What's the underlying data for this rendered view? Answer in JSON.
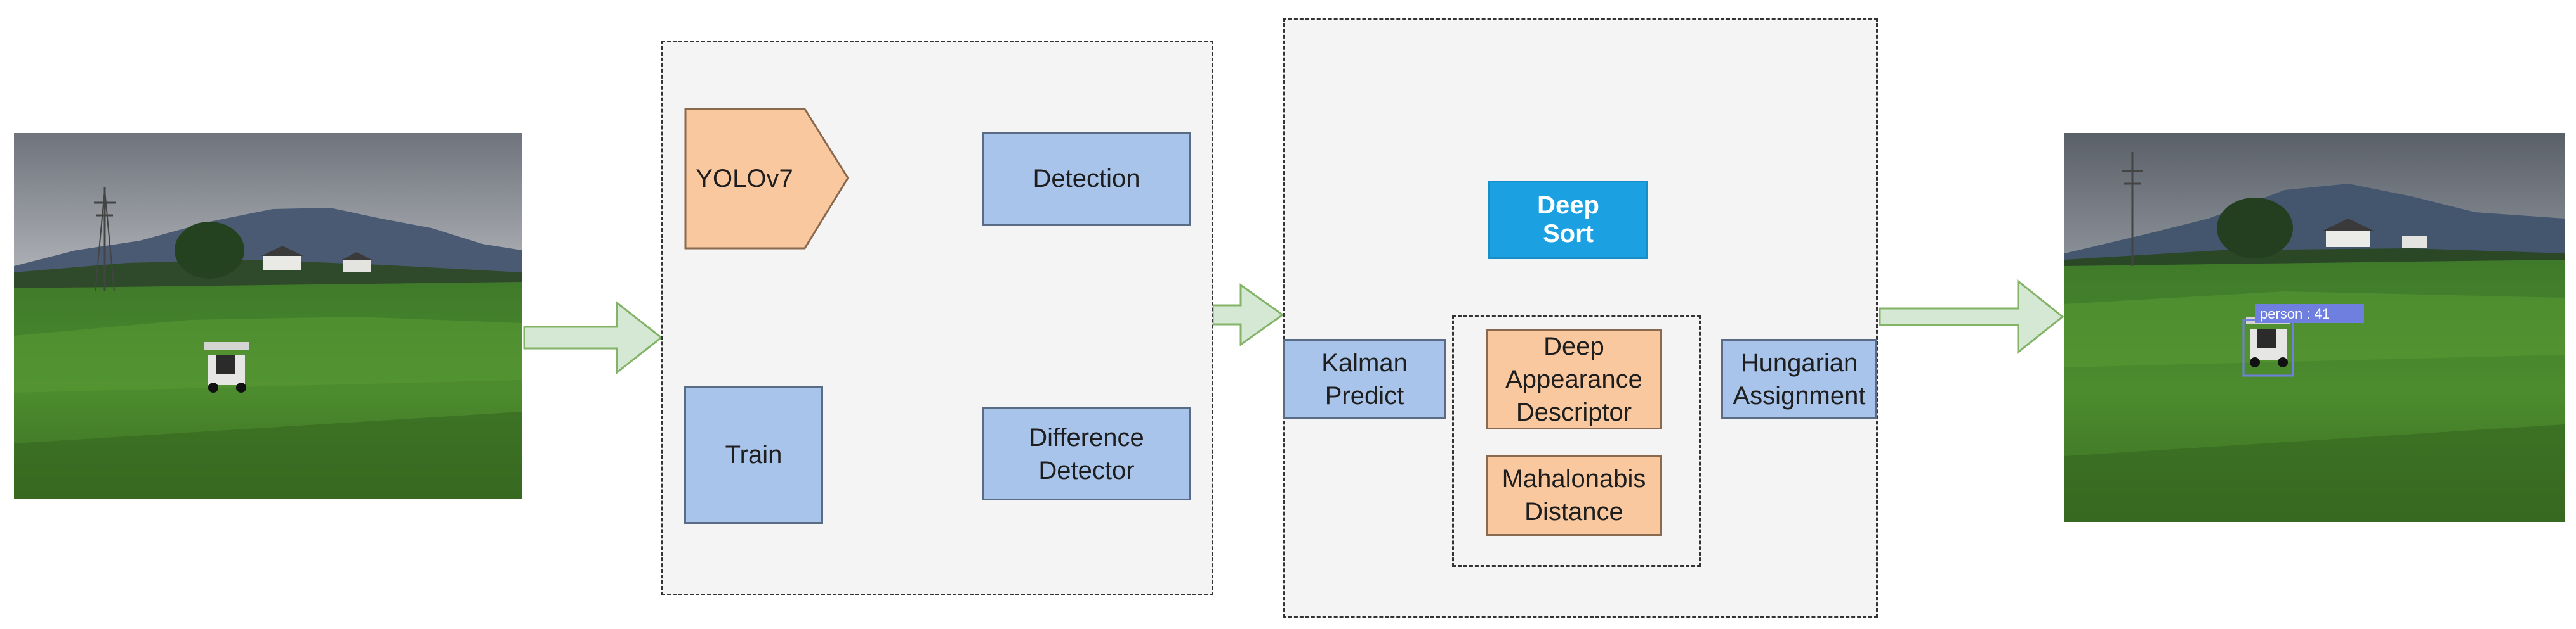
{
  "nodes": {
    "yolo": "YOLOv7",
    "detection": "Detection",
    "train": "Train",
    "difference": "Difference\nDetector",
    "deep_sort": "Deep\nSort",
    "kalman": "Kalman\nPredict",
    "appearance": "Deep\nAppearance\nDescriptor",
    "mahalanobis": "Mahalonabis\nDistance",
    "hungarian": "Hungarian\nAssignment"
  },
  "output_frame": {
    "track_label": "person : 41"
  },
  "colors": {
    "blue_node": "#a9c4eb",
    "orange_node": "#f9c89e",
    "deep_sort": "#1ba1e2",
    "arrow_fill": "#d5e8d4",
    "arrow_stroke": "#82b366",
    "panel_bg": "#f4f4f4"
  }
}
